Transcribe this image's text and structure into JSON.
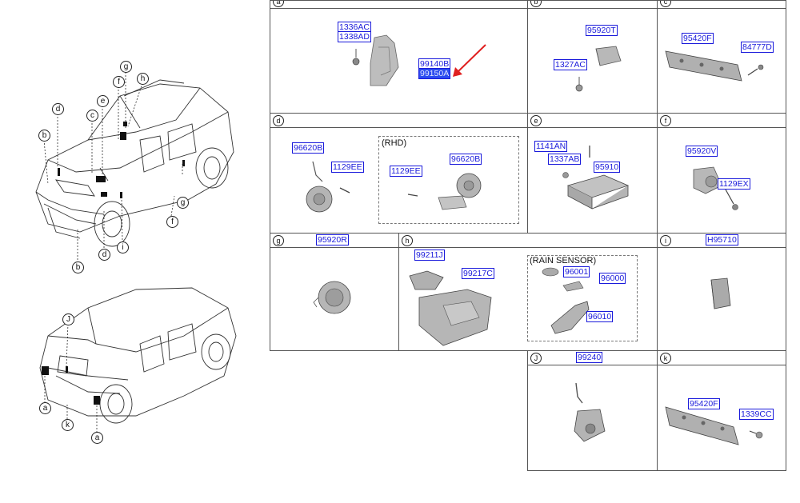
{
  "callouts": {
    "front": [
      "g",
      "f",
      "h",
      "d",
      "e",
      "c",
      "b",
      "g",
      "f",
      "b",
      "d",
      "i"
    ],
    "rear": [
      "J",
      "a",
      "k",
      "a"
    ]
  },
  "cells": {
    "a": {
      "letter": "a",
      "codes": [
        "1336AC",
        "1338AD",
        "99140B",
        "99150A"
      ],
      "selected": "99150A"
    },
    "b": {
      "letter": "b",
      "codes": [
        "95920T",
        "1327AC"
      ]
    },
    "c": {
      "letter": "c",
      "codes": [
        "95420F",
        "84777D"
      ]
    },
    "d": {
      "letter": "d",
      "codes": [
        "96620B",
        "1129EE",
        "1129EE",
        "96620B"
      ],
      "note": "(RHD)"
    },
    "e": {
      "letter": "e",
      "codes": [
        "1141AN",
        "1337AB",
        "95910"
      ]
    },
    "f": {
      "letter": "f",
      "codes": [
        "95920V",
        "1129EX"
      ]
    },
    "g": {
      "letter": "g",
      "header_code": "95920R"
    },
    "h": {
      "letter": "h",
      "codes": [
        "99211J",
        "99217C",
        "96001",
        "96000",
        "96010"
      ],
      "note": "(RAIN SENSOR)"
    },
    "i": {
      "letter": "i",
      "header_code": "H95710"
    },
    "j": {
      "letter": "J",
      "header_code": "99240"
    },
    "k": {
      "letter": "k",
      "codes": [
        "95420F",
        "1339CC"
      ]
    }
  },
  "colors": {
    "link": "#1a1adb",
    "selected_bg": "#2b4cf0",
    "arrow": "#e02020",
    "part_fill": "#b8b8b8"
  }
}
